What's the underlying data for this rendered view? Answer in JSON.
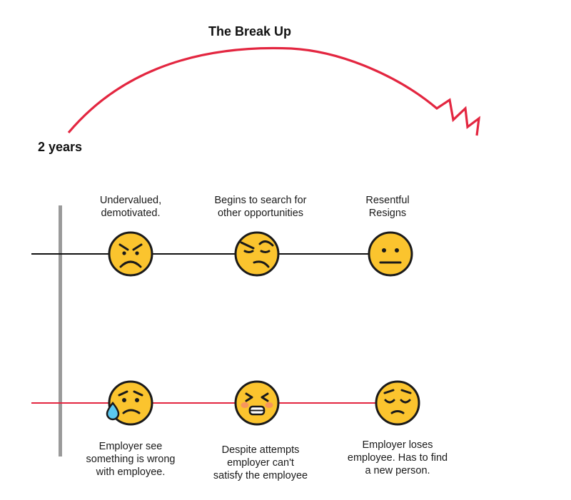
{
  "title": "The Break Up",
  "start_label": "2 years",
  "colors": {
    "accent_red": "#e32640",
    "top_line": "#111111",
    "divider_gray": "#9a9a9a",
    "face_fill": "#fbc42e",
    "face_stroke": "#1a1a1a",
    "tear": "#5bc8ef",
    "cheek": "#f7965c"
  },
  "employee_row": [
    {
      "lines": [
        "Undervalued,",
        "demotivated."
      ],
      "face": "angry-face-icon"
    },
    {
      "lines": [
        "Begins to search for",
        "other opportunities"
      ],
      "face": "skeptical-face-icon"
    },
    {
      "lines": [
        "Resentful",
        "Resigns"
      ],
      "face": "neutral-face-icon"
    }
  ],
  "employer_row": [
    {
      "lines": [
        "Employer see",
        "something is wrong",
        "with employee."
      ],
      "face": "worried-tear-face-icon"
    },
    {
      "lines": [
        "Despite attempts",
        "employer can't",
        "satisfy the employee"
      ],
      "face": "grimacing-face-icon"
    },
    {
      "lines": [
        "Employer loses",
        "employee. Has to find",
        "a new person."
      ],
      "face": "pensive-face-icon"
    }
  ]
}
